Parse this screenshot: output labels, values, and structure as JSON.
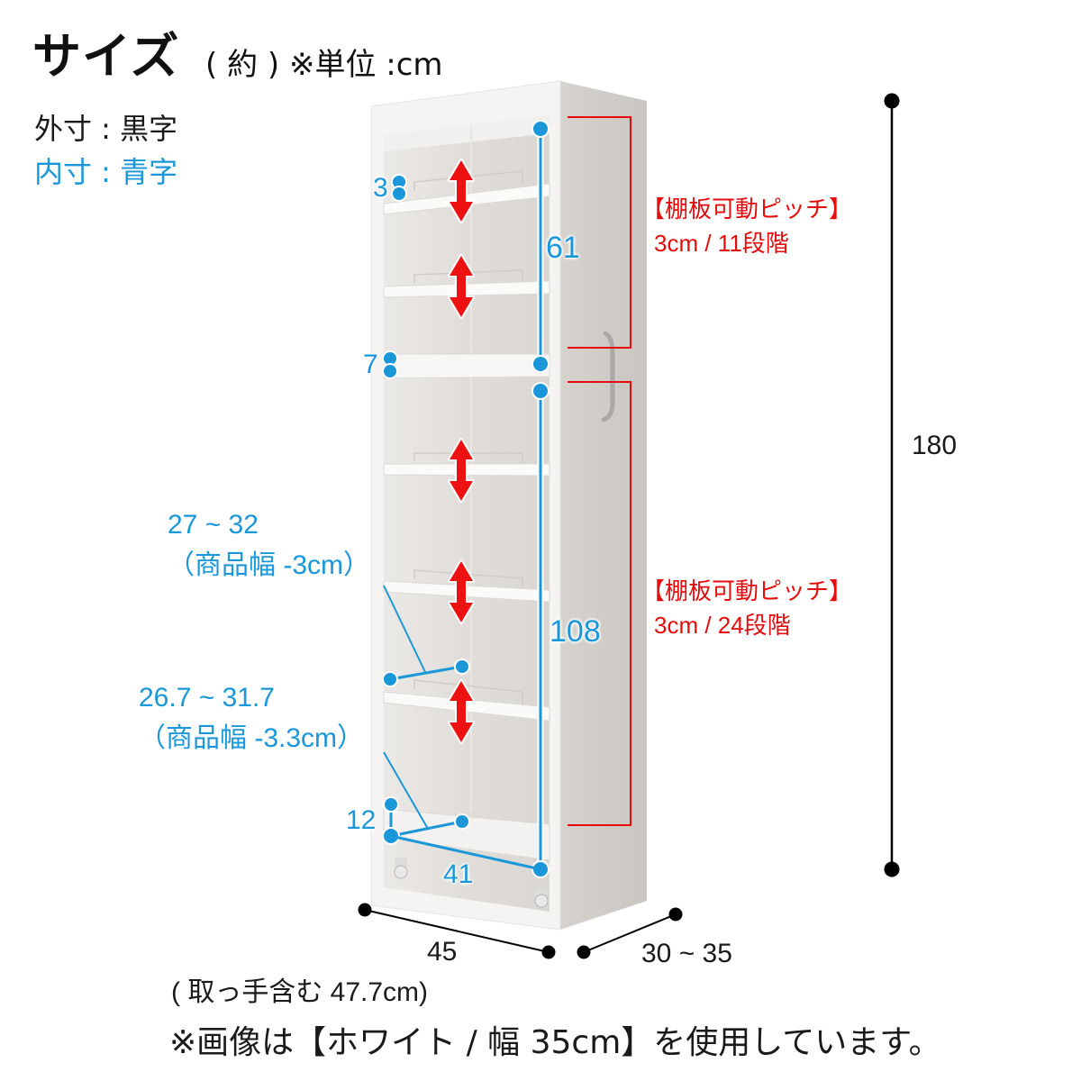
{
  "header": {
    "title": "サイズ",
    "subtitle": "( 約 ) ※単位 :cm"
  },
  "legend": {
    "outer": "外寸 : 黒字",
    "inner": "内寸 : 青字",
    "outer_color": "#1a1a1a",
    "inner_color": "#1a97d9"
  },
  "inner_dimensions": {
    "shelf_thickness_top": "3",
    "fixed_shelf_thickness": "7",
    "upper_height": "61",
    "lower_height": "108",
    "upper_depth": {
      "range": "27 ~ 32",
      "note": "（商品幅 -3cm）"
    },
    "lower_depth": {
      "range": "26.7 ~ 31.7",
      "note": "（商品幅 -3.3cm）"
    },
    "bottom_height": "12",
    "inner_width": "41"
  },
  "shelf_pitch": {
    "upper": {
      "label": "【棚板可動ピッチ】",
      "value": "3cm / 11段階"
    },
    "lower": {
      "label": "【棚板可動ピッチ】",
      "value": "3cm / 24段階"
    },
    "color": "#e60c0c"
  },
  "outer_dimensions": {
    "height": "180",
    "width": "45",
    "width_note": "( 取っ手含む 47.7cm)",
    "depth": "30 ~ 35"
  },
  "footer_note": "※画像は【ホワイト / 幅 35cm】を使用しています。",
  "colors": {
    "cabinet_front": "#f4f3f1",
    "cabinet_side": "#cfcbc6",
    "cabinet_interior": "#e2dfdb",
    "accent_blue": "#1a97d9",
    "accent_red": "#e60c0c",
    "arrow_red": "#ee1111"
  }
}
